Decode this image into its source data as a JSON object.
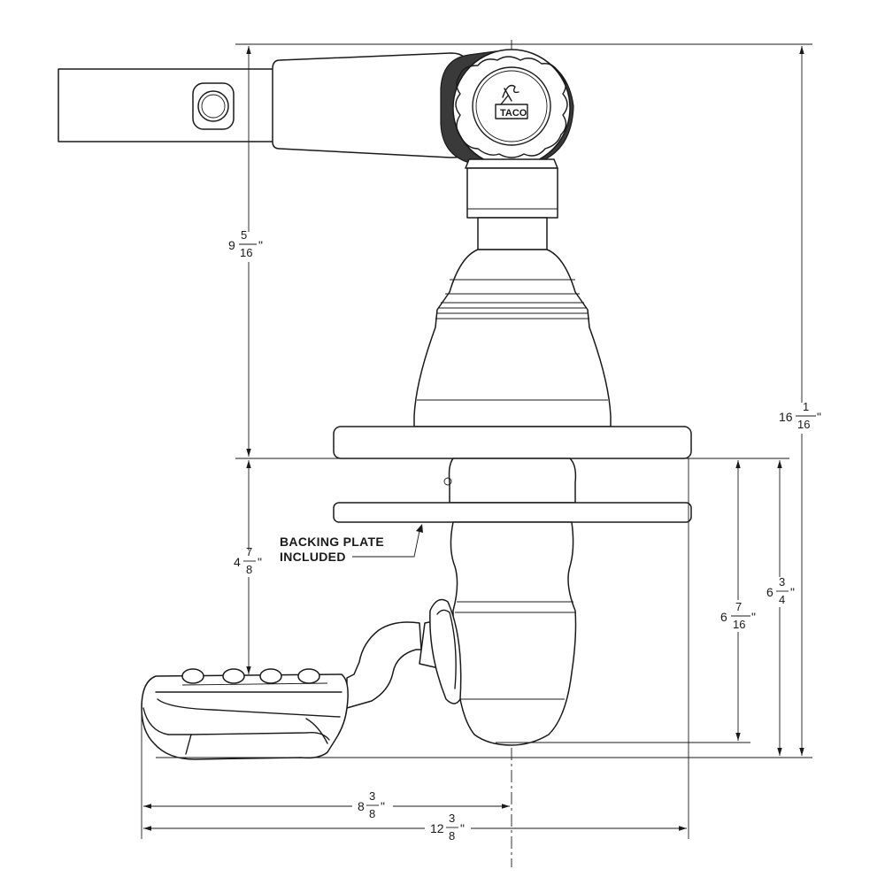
{
  "drawing": {
    "note": {
      "line1": "BACKING PLATE",
      "line2": "INCLUDED"
    },
    "logo_text": "TACO",
    "dimensions": {
      "upper_height": {
        "whole": "9",
        "num": "5",
        "den": "16",
        "unit": "\""
      },
      "overall_height": {
        "whole": "16",
        "num": "1",
        "den": "16",
        "unit": "\""
      },
      "lower_height": {
        "whole": "4",
        "num": "7",
        "den": "8",
        "unit": "\""
      },
      "below_deck_a": {
        "whole": "6",
        "num": "7",
        "den": "16",
        "unit": "\""
      },
      "below_deck_b": {
        "whole": "6",
        "num": "3",
        "den": "4",
        "unit": "\""
      },
      "width_to_center": {
        "whole": "8",
        "num": "3",
        "den": "8",
        "unit": "\""
      },
      "overall_width": {
        "whole": "12",
        "num": "3",
        "den": "8",
        "unit": "\""
      }
    }
  }
}
